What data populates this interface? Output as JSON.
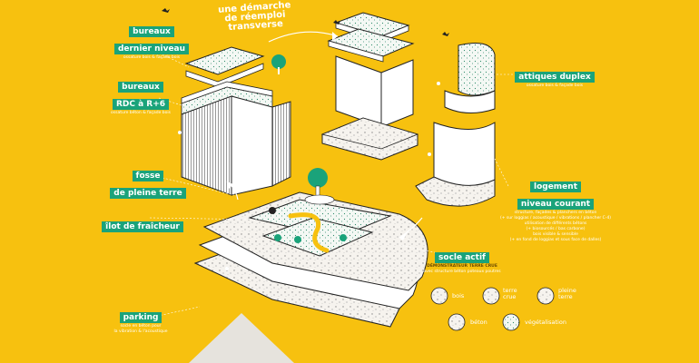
{
  "title": {
    "line1": "une démarche",
    "line2": "de réemploi",
    "line3": "transverse"
  },
  "labels": {
    "bureaux_dernier": {
      "line1": "bureaux",
      "line2": "dernier niveau",
      "sub": "ossature bois & façade bois"
    },
    "bureaux_rdc": {
      "line1": "bureaux",
      "line2": "RDC à R+6",
      "sub": "ossature béton & façade bois"
    },
    "fosse": {
      "line1": "fosse",
      "line2": "de pleine terre"
    },
    "ilot": {
      "line1": "îlot de fraîcheur"
    },
    "parking": {
      "line1": "parking",
      "sub1": "socle en béton pour",
      "sub2": "la vibration & l'acoustique"
    },
    "attiques": {
      "line1": "attiques duplex",
      "sub": "ossature bois & façade bois"
    },
    "logement": {
      "line1": "logement",
      "line2": "niveau courant",
      "sub1": "structure, façades & planchers en béton",
      "sub2": "(+ sur loggias / acoustique / vibrations / plancher C-4)",
      "sub3": "utilisation de différents bétons",
      "sub4": "(+ biosourcés / bas carbone)",
      "sub5": "bois visible & sensible",
      "sub6": "(+ en fond de loggias et sous face de dalles)"
    },
    "socle": {
      "line1": "socle actif",
      "sub1": "DÉMONSTRATEUR TERRE CRUE",
      "sub2": "avec structure béton poteaux poutres"
    }
  },
  "legend": {
    "bois": "bois",
    "terre_line1": "terre",
    "terre_line2": "crue",
    "pleine_line1": "pleine",
    "pleine_line2": "terre",
    "beton": "béton",
    "vegetalisation": "végétalisation"
  },
  "colors": {
    "background": "#f7c10f",
    "tag": "#1aa37a",
    "vegetation": "#1aa37a",
    "line": "#222222"
  }
}
